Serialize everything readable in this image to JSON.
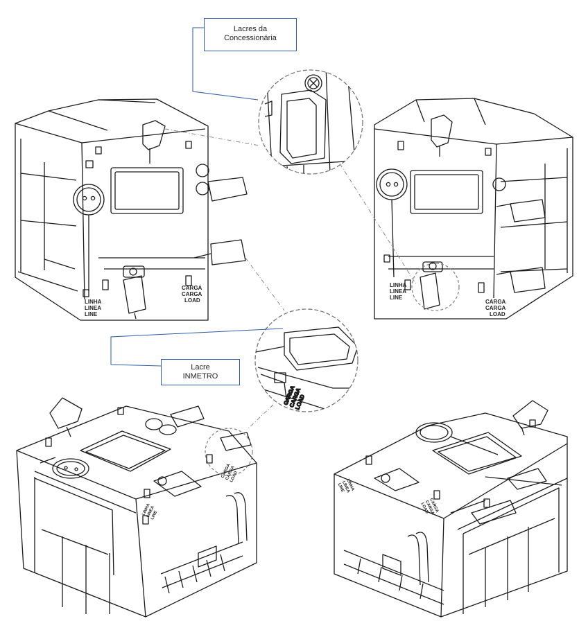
{
  "callouts": {
    "utility_seals": {
      "line1": "Lacres da",
      "line2": "Concessionária"
    },
    "inmetro_seal": {
      "line1": "Lacre",
      "line2": "INMETRO"
    }
  },
  "terminal_labels": {
    "line": [
      "LINHA",
      "LINEA",
      "LINE"
    ],
    "load": [
      "CARGA",
      "CARGA",
      "LOAD"
    ]
  },
  "colors": {
    "leader": "#2f5aa8",
    "stroke": "#1a1a1a"
  }
}
